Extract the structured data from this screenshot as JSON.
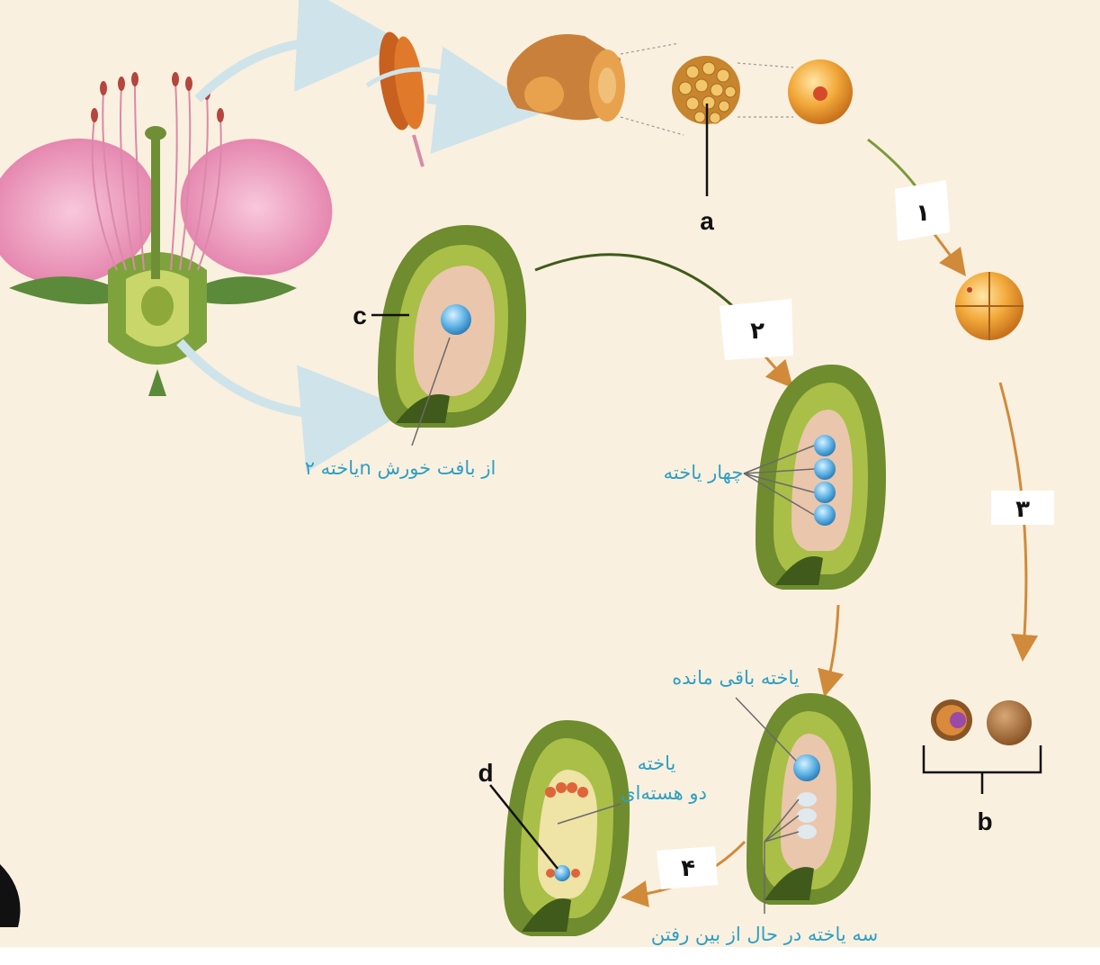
{
  "diagram": {
    "background_color": "#faf0df",
    "accent_color": "#2e9fc3",
    "arrow_color": "#d08a3a",
    "letters": {
      "a": "a",
      "b": "b",
      "c": "c",
      "d": "d"
    },
    "step_numbers": {
      "s1": "۱",
      "s2": "۲",
      "s3": "۳",
      "s4": "۴"
    },
    "captions": {
      "diploid_cell": "یاخته ۲n از بافت خورش",
      "four_cells": "چهار یاخته",
      "remaining_cell": "یاخته باقی مانده",
      "binucleate_line1": "یاخته",
      "binucleate_line2": "دو هسته‌ای",
      "three_cells_dying": "سه یاخته در حال از بین رفتن"
    }
  }
}
